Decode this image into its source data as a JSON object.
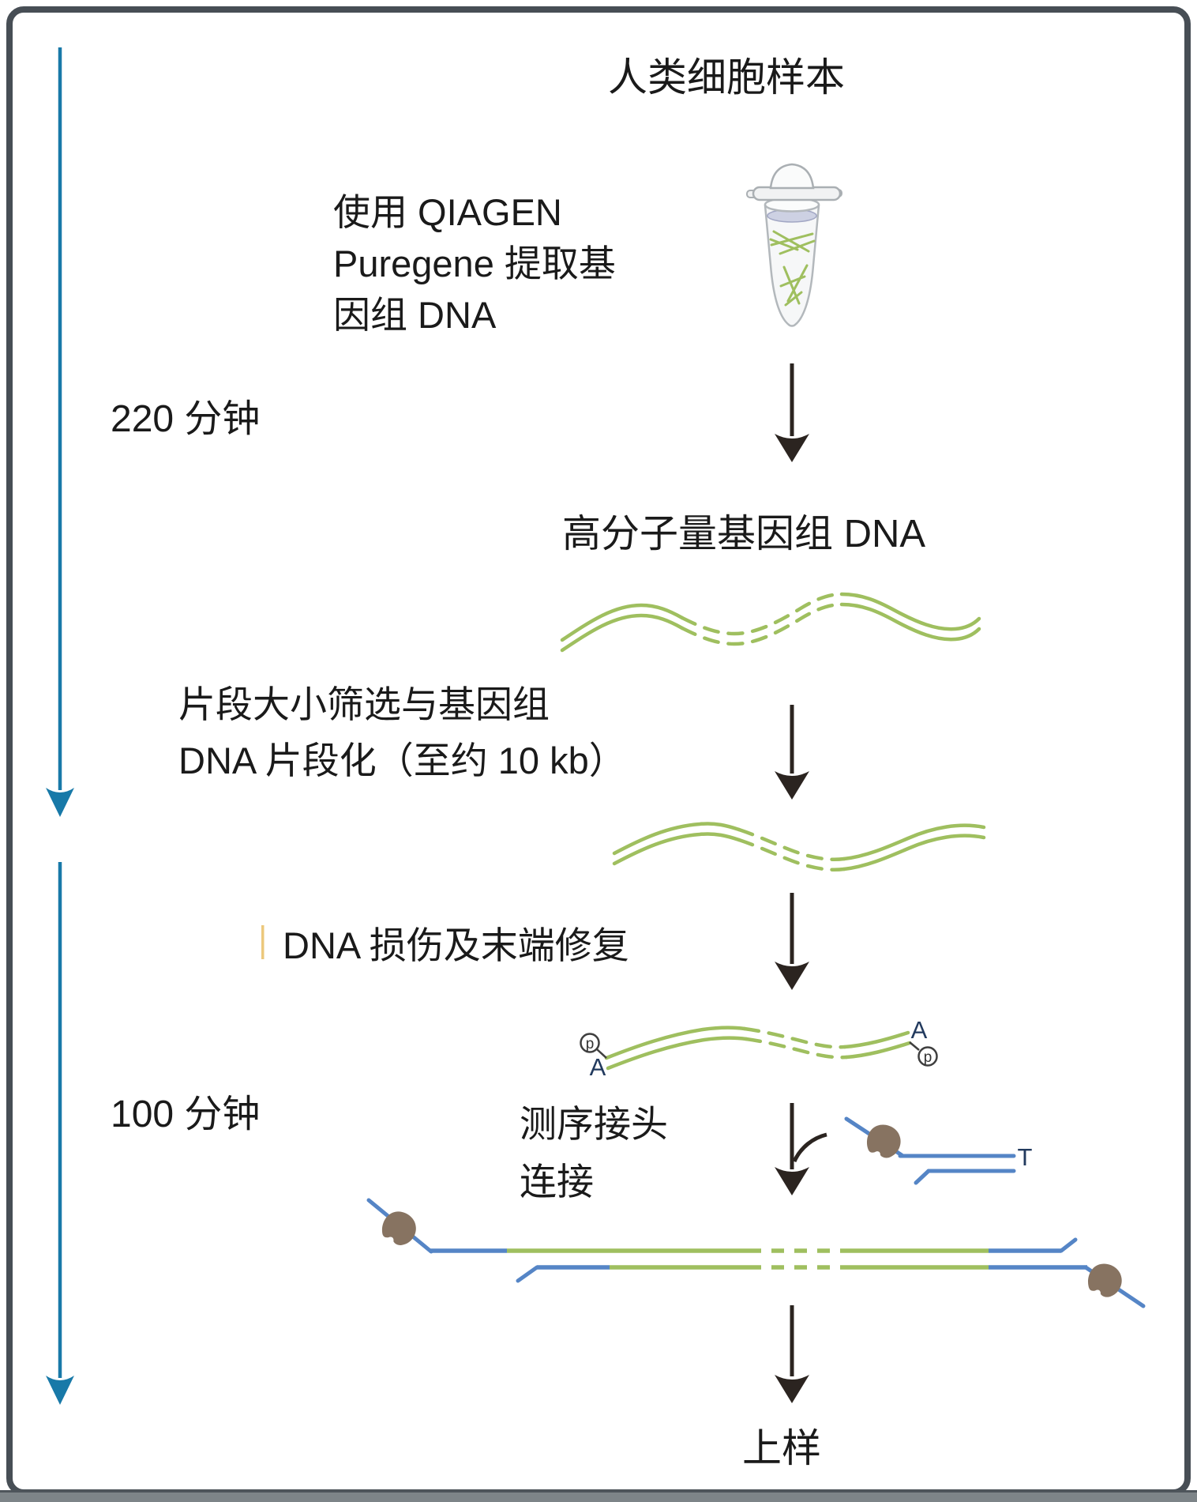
{
  "diagram": {
    "title": "人类细胞样本",
    "timeline": {
      "phase1_duration": "220 分钟",
      "phase2_duration": "100 分钟"
    },
    "steps": {
      "extract": "使用 QIAGEN\nPuregene 提取基\n因组 DNA",
      "hmw_dna": "高分子量基因组 DNA",
      "fragmentation": "片段大小筛选与基因组\nDNA 片段化（至约 10 kb）",
      "repair": "DNA 损伤及末端修复",
      "ligation": "测序接头\n连接",
      "load": "上样"
    },
    "labels": {
      "phosphate_left": "p",
      "adenine_left": "A",
      "adenine_right": "A",
      "phosphate_right": "p",
      "thymine": "T"
    },
    "icons": [
      "sample-tube-icon",
      "hmw-dna-strand-icon",
      "fragmented-dna-icon",
      "end-repaired-dna-icon",
      "sequencing-adapter-icon",
      "ligated-library-icon",
      "down-arrow-icon",
      "timeline-arrow-icon"
    ]
  },
  "colors": {
    "frame_border": "#474e55",
    "timeline_blue": "#1879a8",
    "flow_arrow": "#2b2420",
    "dna_green": "#9fbf5f",
    "adapter_blue": "#5585c6",
    "protein_brown": "#877361",
    "nucleotide_navy": "#223a5e",
    "highlight_tan": "#ecc87c",
    "text_black": "#1a1a1a",
    "bottom_bar": "#7d8488"
  }
}
